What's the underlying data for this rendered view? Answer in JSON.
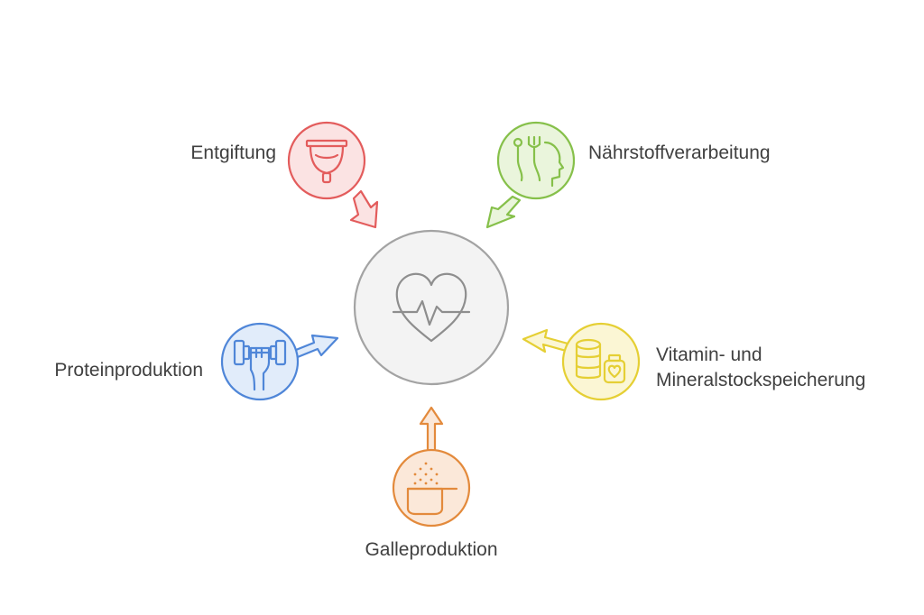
{
  "nodes": {
    "entgiftung": {
      "label": "Entgiftung",
      "icon": "menstrual-cup-icon",
      "color": "#e35c5c",
      "fill": "#fbe3e3"
    },
    "naehrstoff": {
      "label": "Nährstoffverarbeitung",
      "icon": "head-with-cutlery-icon",
      "color": "#86c04a",
      "fill": "#eaf5dc"
    },
    "protein": {
      "label": "Proteinproduktion",
      "icon": "dumbbell-hand-icon",
      "color": "#4f86d8",
      "fill": "#e1ecfa"
    },
    "vitamin": {
      "label_line1": "Vitamin- und",
      "label_line2": "Mineralstockspeicherung",
      "icon": "coins-and-jar-icon",
      "color": "#e5cf34",
      "fill": "#fbf6d4"
    },
    "galle": {
      "label": "Galleproduktion",
      "icon": "scoop-with-powder-icon",
      "color": "#e38a3c",
      "fill": "#fbe8d9"
    }
  },
  "center": {
    "icon": "heartbeat-icon",
    "color": "#a3a3a3",
    "fill": "#f2f2f2"
  }
}
